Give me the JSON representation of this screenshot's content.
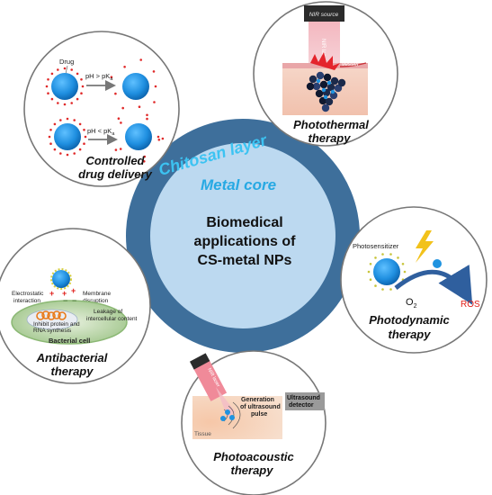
{
  "center": {
    "outer_label": "Chitosan layer",
    "core_label": "Metal core",
    "title_lines": [
      "Biomedical",
      "applications of",
      "CS-metal NPs"
    ]
  },
  "drug_delivery": {
    "caption_lines": [
      "Controlled",
      "drug delivery"
    ],
    "drug_label": "Drug",
    "ph_high": "pH > pK",
    "ph_low": "pH < pK",
    "subscript": "a"
  },
  "photothermal": {
    "caption_lines": [
      "Photothermal",
      "therapy"
    ],
    "nir_source": "NIR source",
    "nir_laser": "NIR laser",
    "blood_vessel_lines": [
      "Blood",
      "vessel"
    ]
  },
  "photodynamic": {
    "caption_lines": [
      "Photodynamic",
      "therapy"
    ],
    "photosensitizer": "Photosensitizer",
    "o2": "O",
    "o2_sub": "2",
    "ros": "ROS"
  },
  "antibacterial": {
    "caption_lines": [
      "Antibacterial",
      "therapy"
    ],
    "electrostatic_lines": [
      "Electrostatic",
      "interaction"
    ],
    "membrane_lines": [
      "Membrane",
      "disruption"
    ],
    "inhibit_lines": [
      "Inhibit protein and",
      "RNA synthesis"
    ],
    "leakage_lines": [
      "Leakage of",
      "intercellular content"
    ],
    "bacterial_cell": "Bacterial cell",
    "plus_sign": "+",
    "minus_sign": "−"
  },
  "photoacoustic": {
    "caption_lines": [
      "Photoacoustic",
      "therapy"
    ],
    "nir_laser": "NIR laser",
    "generation_lines": [
      "Generation",
      "of ultrasound",
      "pulse"
    ],
    "ultrasound_lines": [
      "Ultrasound",
      "detector"
    ],
    "tissue": "Tissue"
  },
  "colors": {
    "ring": "#3e6f9b",
    "core": "#bcd9f0",
    "nanoparticle": "#1f93e0",
    "cyan_text": "#29b0e6",
    "ros": "#e0201b",
    "drug_dot": "#e02a2a"
  }
}
